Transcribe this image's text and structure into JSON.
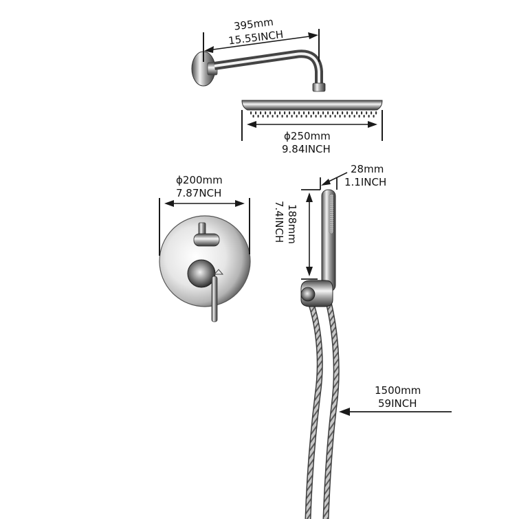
{
  "colors": {
    "line": "#1a1a1a",
    "chrome_dark": "#3a3a3a",
    "chrome_mid": "#9a9a9a",
    "chrome_light": "#eeeeee",
    "background": "#ffffff"
  },
  "dimensions": {
    "arm_length": {
      "metric": "395mm",
      "imperial": "15.55INCH"
    },
    "rain_head_diameter": {
      "metric": "ϕ250mm",
      "imperial": "9.84INCH"
    },
    "valve_plate_diameter": {
      "metric": "ϕ200mm",
      "imperial": "7.87NCH"
    },
    "hand_shower_width": {
      "metric": "28mm",
      "imperial": "1.1INCH"
    },
    "hand_shower_length": {
      "metric": "188mm",
      "imperial": "7.4INCH"
    },
    "hose_length": {
      "metric": "1500mm",
      "imperial": "59INCH"
    }
  }
}
